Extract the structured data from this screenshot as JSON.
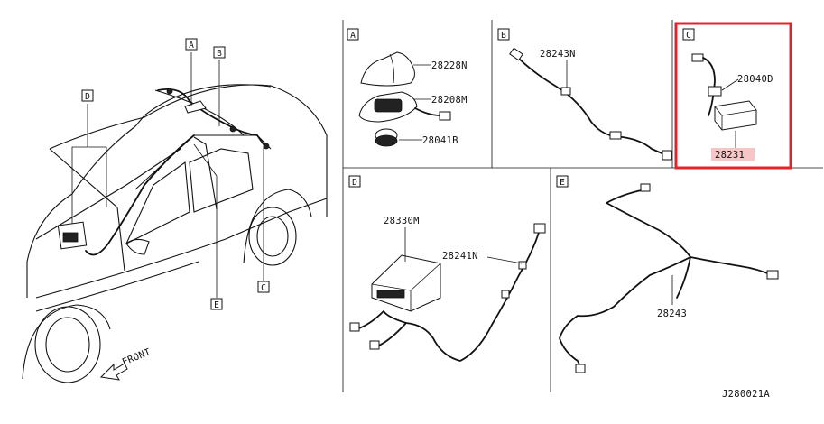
{
  "diagram": {
    "drawing_code": "J280021A",
    "front_label": "FRONT",
    "car_callouts": {
      "a": "A",
      "b": "B",
      "c": "C",
      "d": "D",
      "e": "E"
    },
    "panels": {
      "a": {
        "letter": "A",
        "parts": {
          "p1": "28228N",
          "p2": "28208M",
          "p3": "28041B"
        }
      },
      "b": {
        "letter": "B",
        "parts": {
          "p1": "28243N"
        }
      },
      "c": {
        "letter": "C",
        "highlighted": true,
        "highlight_color": "#e0242c",
        "parts": {
          "p1": "28040D",
          "p2": "28231"
        }
      },
      "d": {
        "letter": "D",
        "parts": {
          "p1": "28330M",
          "p2": "28241N"
        }
      },
      "e": {
        "letter": "E",
        "parts": {
          "p1": "28243"
        }
      }
    }
  }
}
